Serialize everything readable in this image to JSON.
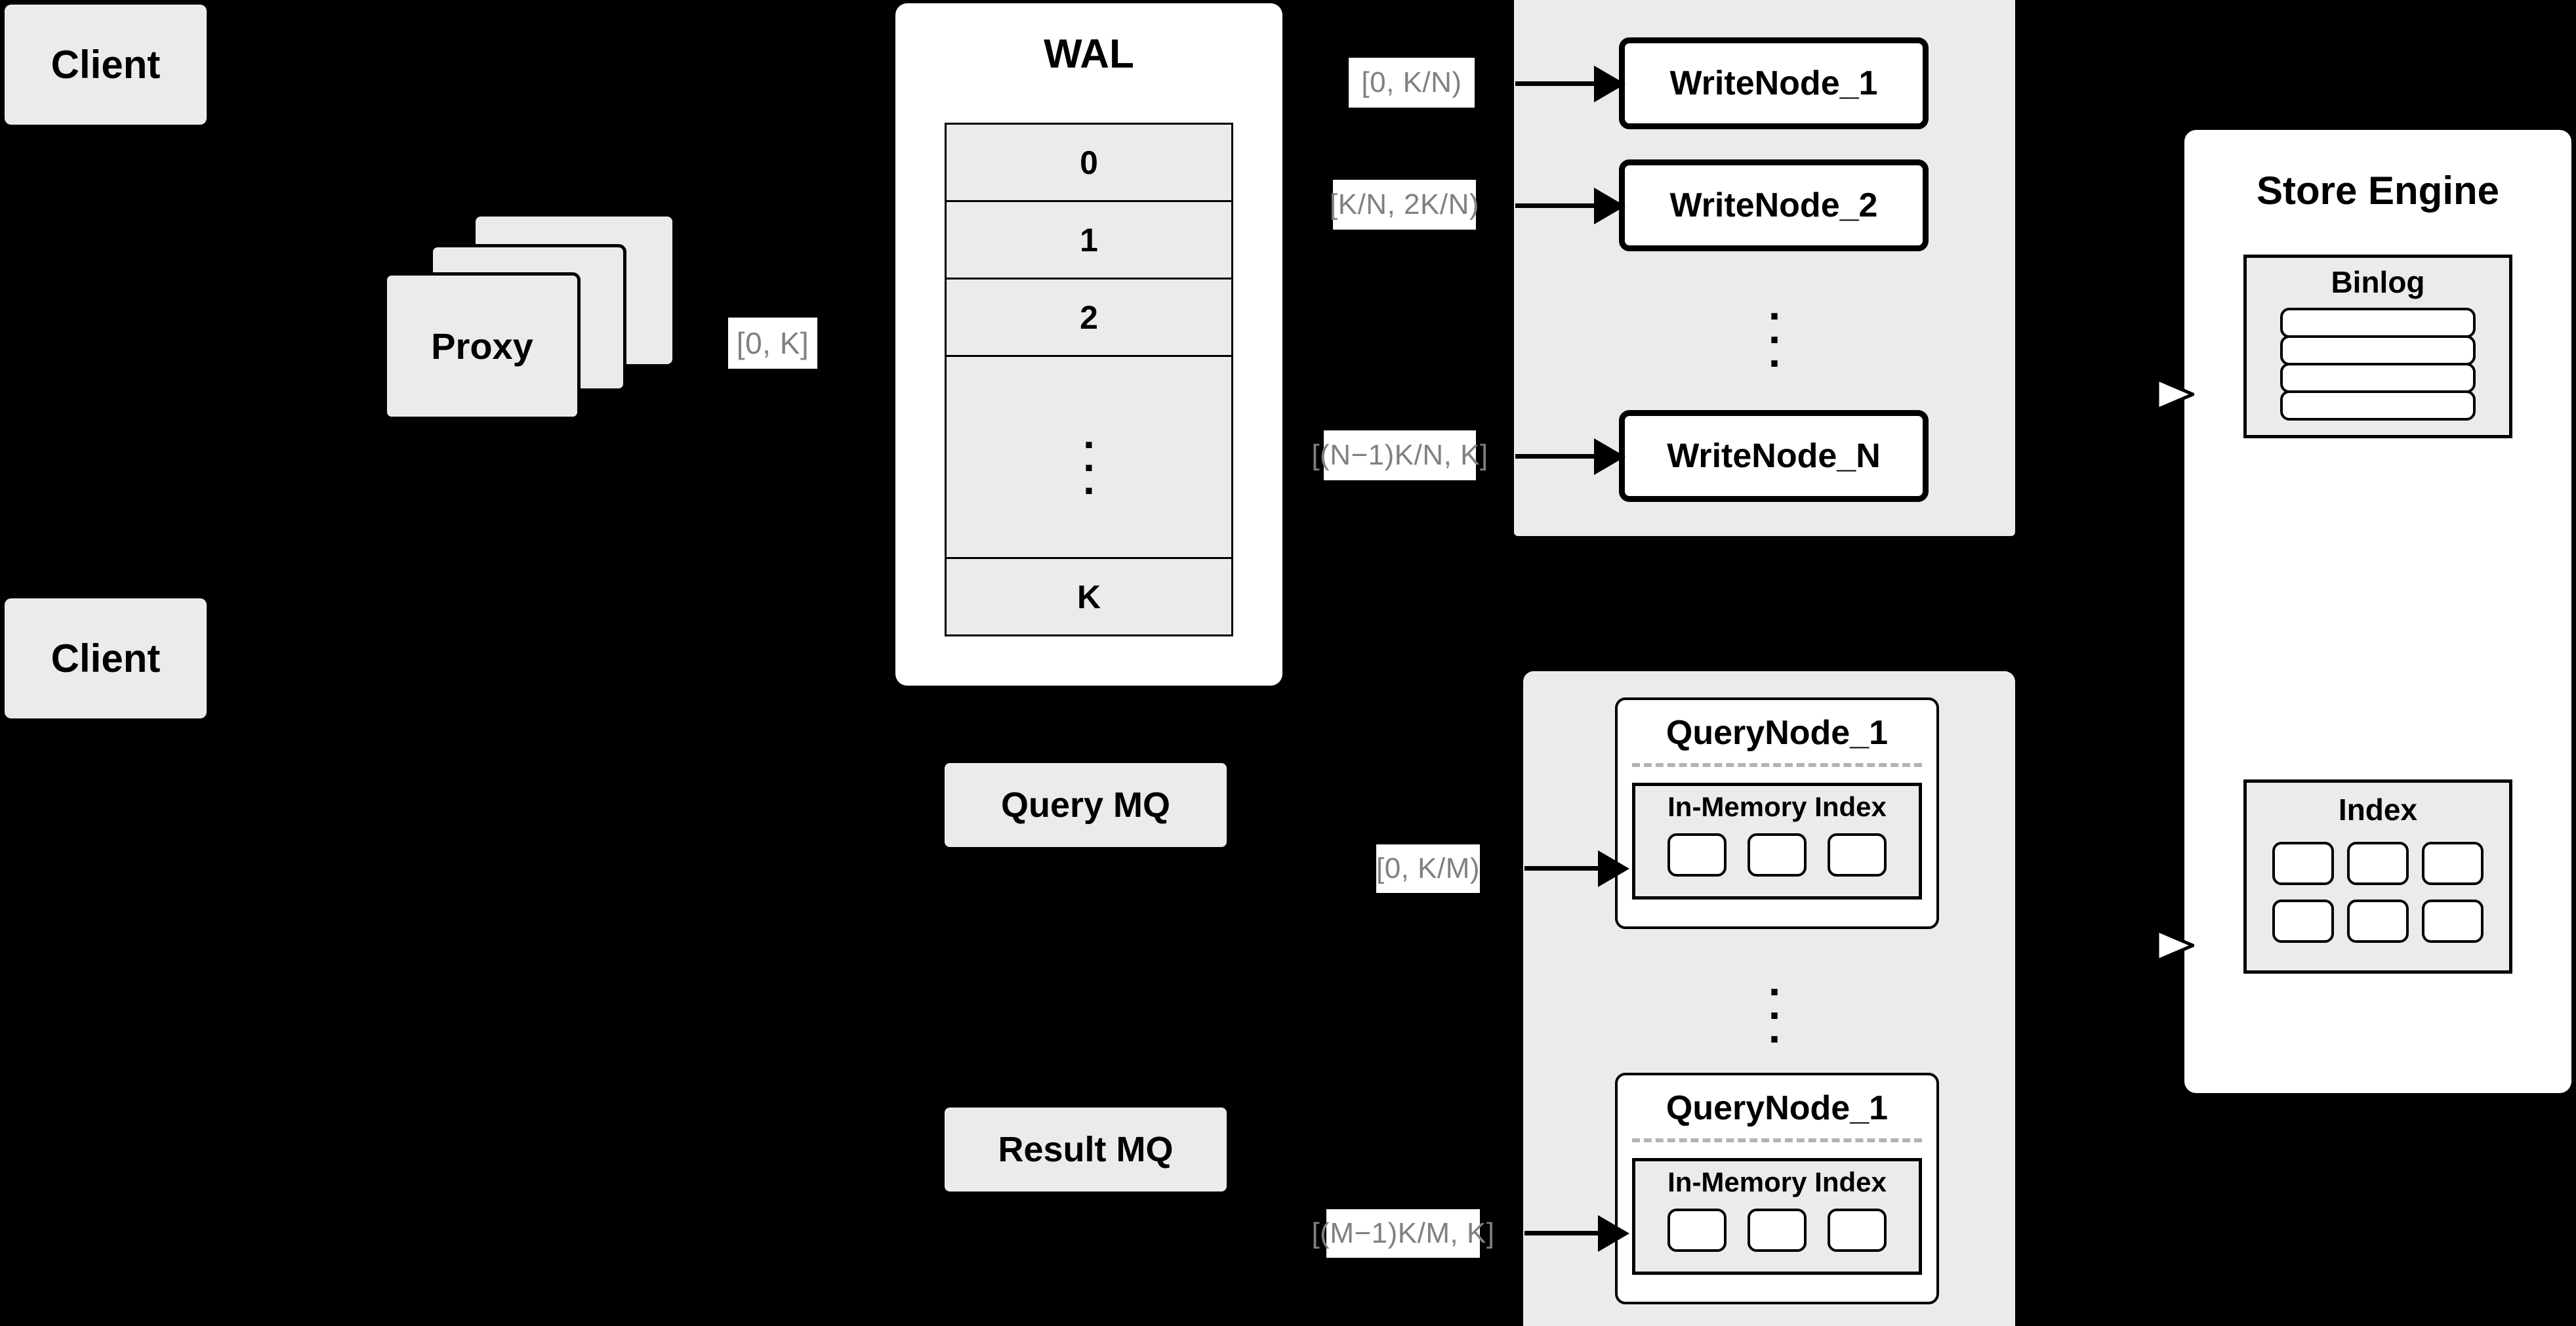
{
  "diagram": {
    "title": "Distributed write/query architecture",
    "colors": {
      "background": "#000000",
      "node_fill": "#ebebeb",
      "panel_white": "#ffffff",
      "stroke": "#000000",
      "label_text": "#808080",
      "dashed_separator": "#b3b3b3"
    }
  },
  "clients": [
    {
      "label": "Client"
    },
    {
      "label": "Client"
    }
  ],
  "proxy": {
    "label": "Proxy",
    "stack_count": 3
  },
  "wal": {
    "title": "WAL",
    "rows": [
      "0",
      "1",
      "2",
      "···",
      "K"
    ],
    "ellipsis_dots": 3
  },
  "queues": [
    {
      "label": "Query MQ"
    },
    {
      "label": "Result MQ"
    }
  ],
  "write_cluster": {
    "nodes": [
      {
        "label": "WriteNode_1",
        "range_label": "[0,  K/N)"
      },
      {
        "label": "WriteNode_2",
        "range_label": "[K/N, 2K/N)"
      },
      {
        "label": "WriteNode_N",
        "range_label": "[(N−1)K/N,  K]"
      }
    ],
    "ellipsis_dots": 3
  },
  "query_cluster": {
    "nodes": [
      {
        "label": "QueryNode_1",
        "range_label": "[0, K/M)",
        "index": {
          "title": "In-Memory Index",
          "segment_count": 3
        }
      },
      {
        "label": "QueryNode_1",
        "range_label": "[(M−1)K/M, K]",
        "index": {
          "title": "In-Memory Index",
          "segment_count": 3
        }
      }
    ],
    "ellipsis_dots": 3
  },
  "store_engine": {
    "title": "Store Engine",
    "binlog": {
      "title": "Binlog",
      "row_count": 4
    },
    "index": {
      "title": "Index",
      "cell_count": 6
    }
  },
  "proxy_range_label": "[0, K]"
}
